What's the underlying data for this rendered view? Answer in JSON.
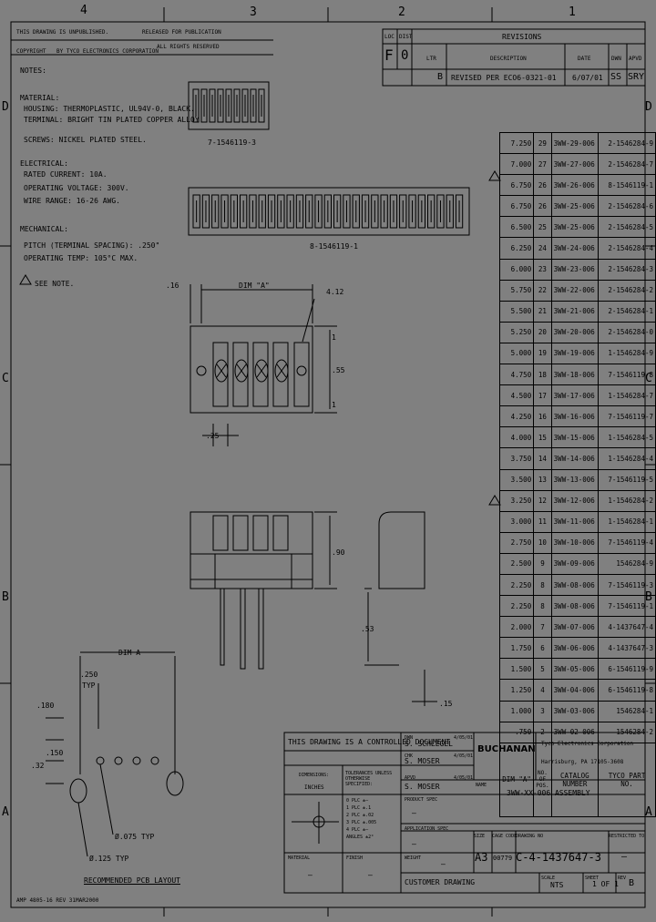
{
  "zones_top": [
    "4",
    "3",
    "2",
    "1"
  ],
  "zones_side": [
    "D",
    "C",
    "B",
    "A"
  ],
  "header": {
    "line1_left": "THIS DRAWING IS UNPUBLISHED.",
    "line1_mid": "RELEASED FOR PUBLICATION",
    "line1_right": "ALL RIGHTS RESERVED",
    "copyright": "COPYRIGHT",
    "company": "BY TYCO ELECTRONICS CORPORATION",
    "rights": "ALL RIGHTS RESERVED"
  },
  "revisions": {
    "title": "REVISIONS",
    "col_loc": "LOC",
    "col_dist": "DIST",
    "col_ltr": "LTR",
    "col_desc": "DESCRIPTION",
    "col_date": "DATE",
    "col_dwn": "DWN",
    "col_apvd": "APVD",
    "loc": "F",
    "dist": "0",
    "ltr": "B",
    "desc": "REVISED PER ECO6-0321-01",
    "date": "6/07/01",
    "dwn": "SS",
    "apvd": "SRY"
  },
  "notes": {
    "heading": "NOTES:",
    "material_heading": "MATERIAL:",
    "material_lines": [
      "HOUSING: THERMOPLASTIC, UL94V-0, BLACK.",
      "TERMINAL: BRIGHT TIN PLATED COPPER ALLOY.",
      "SCREWS: NICKEL PLATED STEEL."
    ],
    "electrical_heading": "ELECTRICAL:",
    "electrical_lines": [
      "RATED CURRENT: 10A.",
      "OPERATING VOLTAGE: 300V.",
      "WIRE RANGE: 16-26 AWG."
    ],
    "mechanical_heading": "MECHANICAL:",
    "mechanical_lines": [
      "PITCH (TERMINAL SPACING): .250\"",
      "OPERATING TEMP: 105°C MAX."
    ],
    "see_note": "SEE NOTE."
  },
  "views": {
    "label_small": "7-1546119-3",
    "label_large": "8-1546119-1",
    "dim_a": "DIM \"A\"",
    "dim_16": ".16",
    "dim_412": "4.12",
    "dim_55": ".55",
    "dim_25": ".25",
    "dim_90": ".90",
    "dim_53": ".53",
    "dim_15": ".15",
    "callout_1a": "1",
    "callout_1b": "1"
  },
  "part_table": {
    "header_dim": "DIM \"A\"",
    "header_pos": "NO. OF POS.",
    "header_cat": "CATALOG NUMBER",
    "header_part": "TYCO PART NO.",
    "rows": [
      {
        "dim": "7.250",
        "pos": "29",
        "cat": "3WW-29-006",
        "part": "2-1546284-9"
      },
      {
        "dim": "7.000",
        "pos": "27",
        "cat": "3WW-27-006",
        "part": "2-1546284-7"
      },
      {
        "dim": "6.750",
        "pos": "26",
        "cat": "3WW-26-006",
        "part": "8-1546119-1"
      },
      {
        "dim": "6.750",
        "pos": "26",
        "cat": "3WW-25-006",
        "part": "2-1546284-6"
      },
      {
        "dim": "6.500",
        "pos": "25",
        "cat": "3WW-25-006",
        "part": "2-1546284-5"
      },
      {
        "dim": "6.250",
        "pos": "24",
        "cat": "3WW-24-006",
        "part": "2-1546284-4"
      },
      {
        "dim": "6.000",
        "pos": "23",
        "cat": "3WW-23-006",
        "part": "2-1546284-3"
      },
      {
        "dim": "5.750",
        "pos": "22",
        "cat": "3WW-22-006",
        "part": "2-1546284-2"
      },
      {
        "dim": "5.500",
        "pos": "21",
        "cat": "3WW-21-006",
        "part": "2-1546284-1"
      },
      {
        "dim": "5.250",
        "pos": "20",
        "cat": "3WW-20-006",
        "part": "2-1546284-0"
      },
      {
        "dim": "5.000",
        "pos": "19",
        "cat": "3WW-19-006",
        "part": "1-1546284-9"
      },
      {
        "dim": "4.750",
        "pos": "18",
        "cat": "3WW-18-006",
        "part": "7-1546119-8"
      },
      {
        "dim": "4.500",
        "pos": "17",
        "cat": "3WW-17-006",
        "part": "1-1546284-7"
      },
      {
        "dim": "4.250",
        "pos": "16",
        "cat": "3WW-16-006",
        "part": "7-1546119-7"
      },
      {
        "dim": "4.000",
        "pos": "15",
        "cat": "3WW-15-006",
        "part": "1-1546284-5"
      },
      {
        "dim": "3.750",
        "pos": "14",
        "cat": "3WW-14-006",
        "part": "1-1546284-4"
      },
      {
        "dim": "3.500",
        "pos": "13",
        "cat": "3WW-13-006",
        "part": "7-1546119-5"
      },
      {
        "dim": "3.250",
        "pos": "12",
        "cat": "3WW-12-006",
        "part": "1-1546284-2"
      },
      {
        "dim": "3.000",
        "pos": "11",
        "cat": "3WW-11-006",
        "part": "1-1546284-1"
      },
      {
        "dim": "2.750",
        "pos": "10",
        "cat": "3WW-10-006",
        "part": "7-1546119-4"
      },
      {
        "dim": "2.500",
        "pos": "9",
        "cat": "3WW-09-006",
        "part": "1546284-9"
      },
      {
        "dim": "2.250",
        "pos": "8",
        "cat": "3WW-08-006",
        "part": "7-1546119-3"
      },
      {
        "dim": "2.250",
        "pos": "8",
        "cat": "3WW-08-006",
        "part": "7-1546119-1"
      },
      {
        "dim": "2.000",
        "pos": "7",
        "cat": "3WW-07-006",
        "part": "4-1437647-4"
      },
      {
        "dim": "1.750",
        "pos": "6",
        "cat": "3WW-06-006",
        "part": "4-1437647-3"
      },
      {
        "dim": "1.500",
        "pos": "5",
        "cat": "3WW-05-006",
        "part": "6-1546119-9"
      },
      {
        "dim": "1.250",
        "pos": "4",
        "cat": "3WW-04-006",
        "part": "6-1546119-8"
      },
      {
        "dim": "1.000",
        "pos": "3",
        "cat": "3WW-03-006",
        "part": "1546284-1"
      },
      {
        "dim": ".750",
        "pos": "2",
        "cat": "3WW-02-006",
        "part": "1546284-2"
      }
    ]
  },
  "layout": {
    "dim_a": "DIM A",
    "pitch": ".250",
    "typ1": "TYP",
    "d180": ".180",
    "d150": ".150",
    "d32": ".32",
    "hole1": "Ø.075 TYP",
    "hole2": "Ø.125 TYP",
    "title": "RECOMMENDED PCB LAYOUT"
  },
  "title_block": {
    "controlled": "THIS DRAWING IS A CONTROLLED DOCUMENT",
    "dwn_label": "DWN",
    "dwn_name": "S. SCHLEGEL",
    "dwn_date": "4/05/01",
    "chk_label": "CHK",
    "chk_name": "S. MOSER",
    "chk_date": "4/05/01",
    "appr_label": "APVD",
    "appr_name": "S. MOSER",
    "appr_date": "4/05/01",
    "prod_spec": "PRODUCT SPEC",
    "app_spec": "APPLICATION SPEC",
    "weight": "WEIGHT",
    "dashes": "–",
    "dimensions": "DIMENSIONS:",
    "inches": "INCHES",
    "tolerances": "TOLERANCES UNLESS OTHERWISE SPECIFIED:",
    "tol_lines": [
      "0 PLC ±—",
      "1 PLC ±.1",
      "2 PLC ±.02",
      "3 PLC ±.005",
      "4 PLC ±—",
      "ANGLES ±2°"
    ],
    "material": "MATERIAL",
    "finish": "FINISH",
    "logo": "BUCHANAN",
    "company": "Tyco Electronics Corporation",
    "city": "Harrisburg, PA 17105-3608",
    "name_label": "NAME",
    "name": "3WW-XX-006 ASSEMBLY",
    "size_label": "SIZE",
    "cage_label": "CAGE CODE",
    "dwg_label": "DRAWING NO",
    "restricted_label": "RESTRICTED TO",
    "size": "A3",
    "cage": "00779",
    "dwg": "C-4-1437647-3",
    "restricted": "–",
    "customer": "CUSTOMER DRAWING",
    "scale_label": "SCALE",
    "scale": "NTS",
    "sheet_label": "SHEET",
    "sheet": "1 OF 1",
    "rev_label": "REV",
    "rev": "B"
  },
  "footer": "AMP 4805-16 REV 31MAR2000"
}
